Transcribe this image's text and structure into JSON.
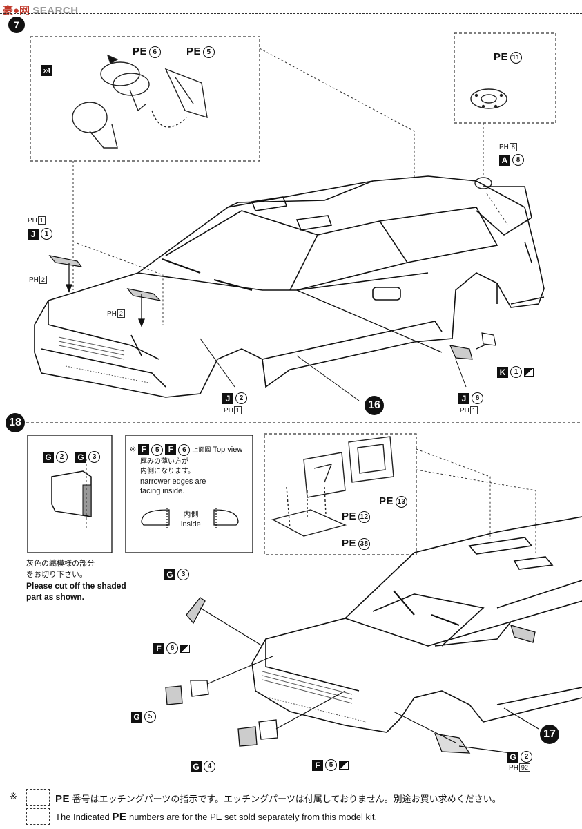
{
  "header": {
    "watermark_a": "豪●网",
    "watermark_b": "SEARCH",
    "step17_partial": "7"
  },
  "step17": {
    "x4_label": "x4",
    "pe6_label": "PE",
    "pe6_num": "6",
    "pe5_label": "PE",
    "pe5_num": "5",
    "pe11_label": "PE",
    "pe11_num": "11",
    "ph8_prefix": "PH",
    "ph8_num": "8",
    "a8_letter": "A",
    "a8_num": "8",
    "ph1_prefix": "PH",
    "ph1_num": "1",
    "j1_letter": "J",
    "j1_num": "1",
    "ph2a_prefix": "PH",
    "ph2a_num": "2",
    "ph2b_prefix": "PH",
    "ph2b_num": "2",
    "j2_letter": "J",
    "j2_num": "2",
    "ph1b_prefix": "PH",
    "ph1b_num": "1",
    "k1_letter": "K",
    "k1_num": "1",
    "j6_letter": "J",
    "j6_num": "6",
    "ph1c_prefix": "PH",
    "ph1c_num": "1",
    "next_step": "16"
  },
  "step18": {
    "step_number": "18",
    "g2_letter": "G",
    "g2_num": "2",
    "g3_letter": "G",
    "g3_num": "3",
    "note_mark": "※",
    "f5_letter": "F",
    "f5_num": "5",
    "f6_letter": "F",
    "f6_num": "6",
    "top_view_jp": "上面図",
    "top_view_en": "Top view",
    "edge_note_jp1": "厚みの薄い方が",
    "edge_note_jp2": "内側になります。",
    "edge_note_en1": "narrower edges are",
    "edge_note_en2": "facing inside.",
    "inside_jp": "内側",
    "inside_en": "inside",
    "cut_jp1": "灰色の縞模様の部分",
    "cut_jp2": "をお切り下さい。",
    "cut_en1": "Please cut off the shaded",
    "cut_en2": "part as shown.",
    "pe13_label": "PE",
    "pe13_num": "13",
    "pe12_label": "PE",
    "pe12_num": "12",
    "pe38_label": "PE",
    "pe38_num": "38",
    "g3b_letter": "G",
    "g3b_num": "3",
    "f6b_letter": "F",
    "f6b_num": "6",
    "g5_letter": "G",
    "g5_num": "5",
    "g4_letter": "G",
    "g4_num": "4",
    "f5b_letter": "F",
    "f5b_num": "5",
    "g2b_letter": "G",
    "g2b_num": "2",
    "ph92_prefix": "PH",
    "ph92_num": "92",
    "next_step": "17"
  },
  "footer": {
    "mark": "※",
    "pe_label": "PE",
    "line1_jp": "番号はエッチングパーツの指示です。エッチングパーツは付属しておりません。別途お買い求めください。",
    "line2_pre": "The Indicated",
    "line2_post": "numbers are for the PE set sold separately from this model kit."
  }
}
